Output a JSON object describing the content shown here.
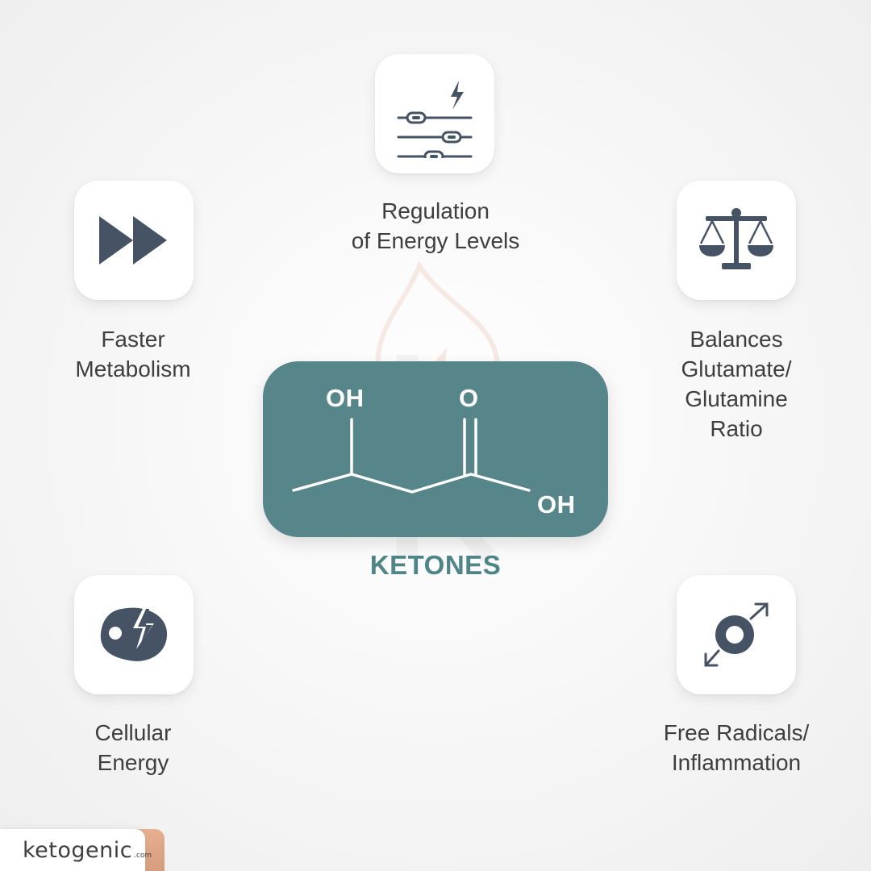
{
  "center": {
    "title": "KETONES",
    "oh_top": "OH",
    "o_top": "O",
    "oh_right": "OH"
  },
  "items": [
    {
      "id": "regulation",
      "lines": [
        "Regulation",
        "of Energy Levels"
      ],
      "icon": "sliders-lightning-icon"
    },
    {
      "id": "metabolism",
      "lines": [
        "Faster",
        "Metabolism"
      ],
      "icon": "fast-forward-icon"
    },
    {
      "id": "glutamate",
      "lines": [
        "Balances",
        "Glutamate/",
        "Glutamine",
        "Ratio"
      ],
      "icon": "balance-scale-icon"
    },
    {
      "id": "cellular",
      "lines": [
        "Cellular",
        "Energy"
      ],
      "icon": "cell-lightning-icon"
    },
    {
      "id": "radicals",
      "lines": [
        "Free Radicals/",
        "Inflammation"
      ],
      "icon": "expanding-circle-icon"
    }
  ],
  "logo": {
    "text": "ketogenic",
    "suffix": ".com"
  },
  "colors": {
    "accent": "#56858a",
    "icon": "#465364",
    "title": "#4f8489",
    "logo_accent": "#d9a282"
  }
}
